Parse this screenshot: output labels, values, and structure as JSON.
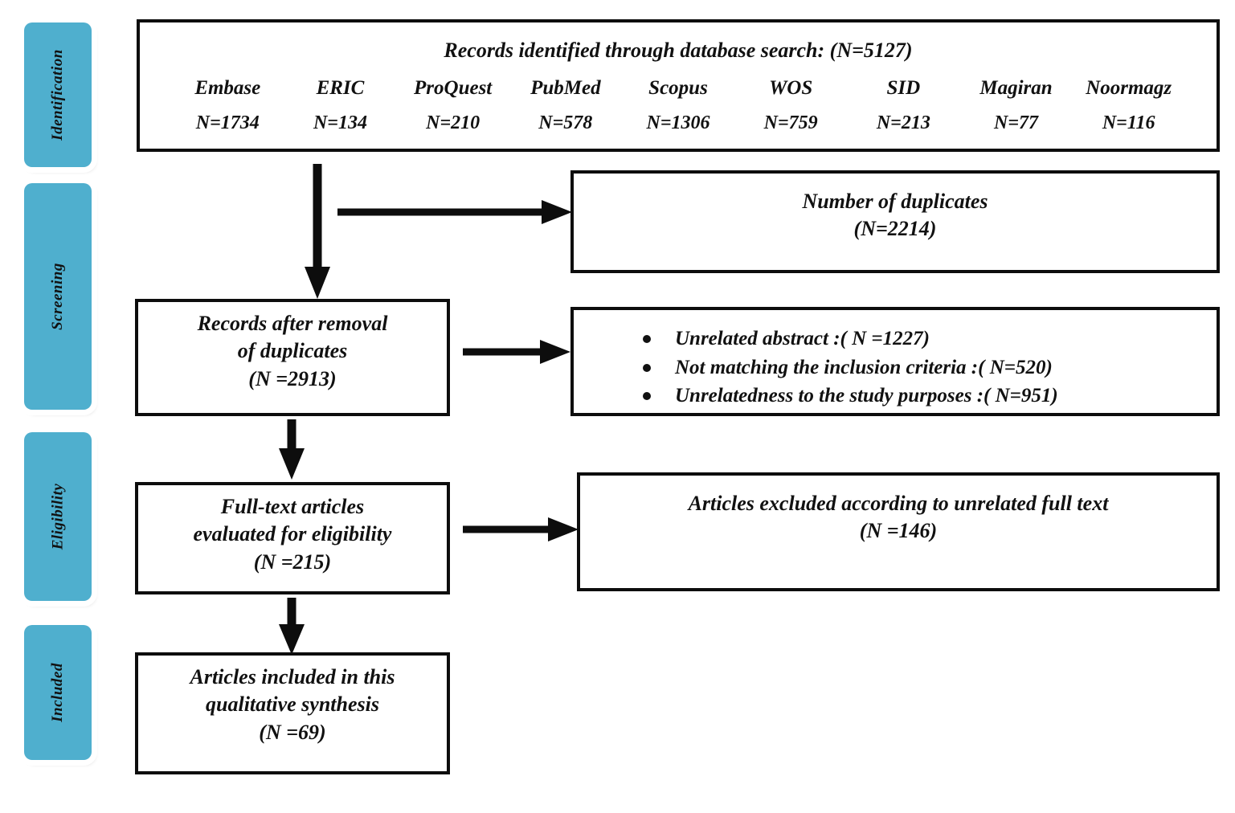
{
  "diagram": {
    "title": "PRISMA flow diagram",
    "accent_color": "#4FAFCE",
    "line_color": "#0d0d0d"
  },
  "stages": [
    {
      "id": "identification",
      "label": "Identification"
    },
    {
      "id": "screening",
      "label": "Screening"
    },
    {
      "id": "eligibility",
      "label": "Eligibility"
    },
    {
      "id": "included",
      "label": "Included"
    }
  ],
  "identification": {
    "title": "Records identified through database search: (N=5127)",
    "sources": [
      {
        "name": "Embase",
        "count": "N=1734"
      },
      {
        "name": "ERIC",
        "count": "N=134"
      },
      {
        "name": "ProQuest",
        "count": "N=210"
      },
      {
        "name": "PubMed",
        "count": "N=578"
      },
      {
        "name": "Scopus",
        "count": "N=1306"
      },
      {
        "name": "WOS",
        "count": "N=759"
      },
      {
        "name": "SID",
        "count": "N=213"
      },
      {
        "name": "Magiran",
        "count": "N=77"
      },
      {
        "name": "Noormagz",
        "count": "N=116"
      }
    ]
  },
  "duplicates": {
    "line1": "Number of duplicates",
    "line2": "(N=2214)"
  },
  "after_duplicates": {
    "line1": "Records after removal",
    "line2": "of duplicates",
    "line3": "(N =2913)"
  },
  "screening_exclusions": {
    "items": [
      "Unrelated abstract :( N =1227)",
      "Not matching the inclusion criteria :( N=520)",
      "Unrelatedness to the study purposes :( N=951)"
    ]
  },
  "full_text": {
    "line1": "Full-text articles",
    "line2": "evaluated for eligibility",
    "line3": "(N =215)"
  },
  "full_text_exclusions": {
    "line1": "Articles excluded according to unrelated full text",
    "line2": "(N =146)"
  },
  "included_box": {
    "line1": "Articles included in this",
    "line2": "qualitative synthesis",
    "line3": "(N =69)"
  },
  "chart_data": {
    "type": "diagram",
    "flow": [
      {
        "node": "records_identified",
        "value": 5127
      },
      {
        "node": "duplicates_removed",
        "value": 2214
      },
      {
        "node": "records_after_duplicates",
        "value": 2913
      },
      {
        "node": "excluded_unrelated_abstract",
        "value": 1227
      },
      {
        "node": "excluded_not_matching_criteria",
        "value": 520
      },
      {
        "node": "excluded_unrelated_purposes",
        "value": 951
      },
      {
        "node": "full_text_assessed",
        "value": 215
      },
      {
        "node": "full_text_excluded",
        "value": 146
      },
      {
        "node": "studies_included",
        "value": 69
      }
    ]
  }
}
